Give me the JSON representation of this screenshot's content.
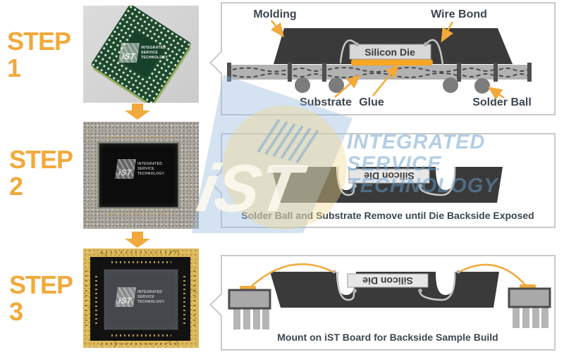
{
  "steps": [
    {
      "label": "STEP",
      "number": "1"
    },
    {
      "label": "STEP",
      "number": "2"
    },
    {
      "label": "STEP",
      "number": "3"
    }
  ],
  "logo": {
    "name": "iST",
    "lines": [
      "INTEGRATED",
      "SERVICE",
      "TECHNOLOGY"
    ]
  },
  "panel1": {
    "labels": {
      "molding": "Molding",
      "wire_bond": "Wire Bond",
      "silicon_die": "Silicon Die",
      "substrate": "Substrate",
      "glue": "Glue",
      "solder_ball": "Solder Ball"
    }
  },
  "panel2": {
    "die": "Silicon Die",
    "caption": "Solder Ball and Substrate Remove until Die Backside Exposed"
  },
  "panel3": {
    "die": "Silicon Die",
    "caption": "Mount on iST Board for Backside Sample Build"
  },
  "colors": {
    "accent_orange": "#F2A93B",
    "glue_orange": "#F5A623",
    "molding_dark": "#3A3A3A",
    "label_dark": "#3D4650",
    "watermark_blue": "#98BBDE",
    "watermark_yellow": "#F2D98C"
  }
}
